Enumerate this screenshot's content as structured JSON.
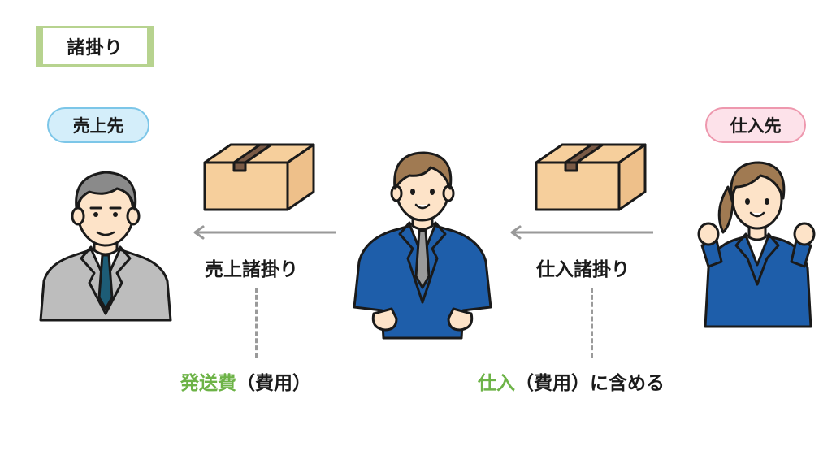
{
  "title": "諸掛り",
  "roles": {
    "customer": "売上先",
    "supplier": "仕入先"
  },
  "flows": {
    "sales_label": "売上諸掛り",
    "purchase_label": "仕入諸掛り"
  },
  "notes": {
    "sales": {
      "highlight": "発送費",
      "rest": "（費用）"
    },
    "purchase": {
      "highlight": "仕入",
      "rest": "（費用）に含める"
    }
  },
  "colors": {
    "title_border": "#b7d38f",
    "highlight_green": "#6db347",
    "customer_badge": "#d4eefa",
    "supplier_badge": "#fde2ea",
    "suit_blue": "#1e5eaa",
    "box_tan": "#f6cf9c"
  },
  "icons": [
    "customer-figure",
    "staff-figure",
    "supplier-figure",
    "cardboard-box-icon",
    "arrow-left-icon"
  ]
}
